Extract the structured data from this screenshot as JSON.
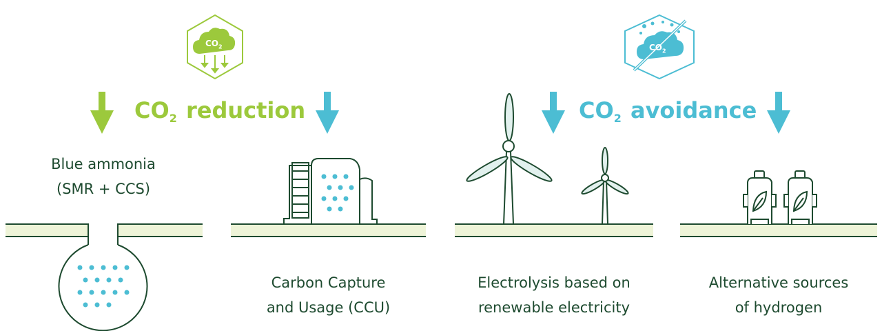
{
  "headings": {
    "reduction": {
      "co2_main": "CO",
      "co2_sub": "2",
      "rest": " reduction"
    },
    "avoidance": {
      "co2_main": "CO",
      "co2_sub": "2",
      "rest": " avoidance"
    }
  },
  "badges": {
    "reduction_badge": {
      "text_main": "CO",
      "text_sub": "2"
    },
    "avoidance_badge": {
      "text_main": "CO",
      "text_sub": "2"
    }
  },
  "labels": {
    "blue_ammonia": {
      "line1": "Blue ammonia",
      "line2": "(SMR + CCS)"
    },
    "ccu": {
      "line1": "Carbon Capture",
      "line2": "and Usage (CCU)"
    },
    "electrolysis": {
      "line1": "Electrolysis based on",
      "line2": "renewable electricity"
    },
    "alternative": {
      "line1": "Alternative sources",
      "line2": "of hydrogen"
    }
  },
  "colors": {
    "lime": "#9cc93c",
    "cyan": "#4cbdd3",
    "dark_green": "#1d4a2f",
    "ground_fill": "#eef4d8"
  },
  "icons": [
    "co2-cloud-down-icon",
    "co2-cloud-crossed-icon",
    "down-arrow-icon",
    "storage-reservoir-icon",
    "capture-plant-icon",
    "wind-turbine-icon",
    "hydrogen-tank-icon"
  ]
}
